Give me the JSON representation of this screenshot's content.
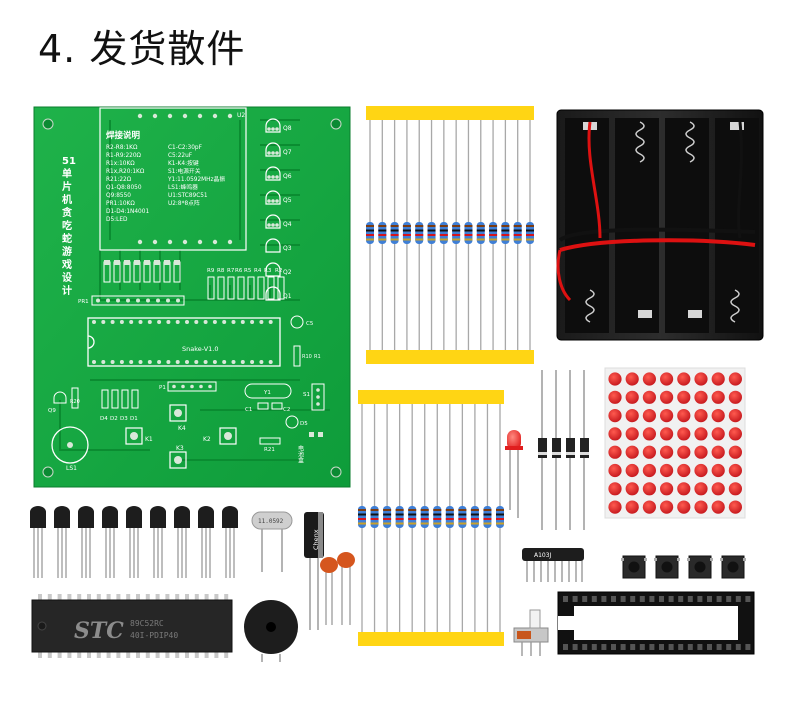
{
  "heading": {
    "number": "4.",
    "text": "发货散件"
  },
  "pcb": {
    "title_vertical": "51单片机贪吃蛇游戏设计",
    "chip_label": "Snake-V1.0",
    "notes_title": "焊接说明",
    "notes_left": [
      "R2-R8:1KΩ",
      "R1-R9:220Ω",
      "R1x:10KΩ",
      "R1x,R20:1KΩ",
      "R21:22Ω",
      "Q1-Q8:8050",
      "Q9:8550",
      "PR1:10KΩ",
      "D1-D4:1N4001",
      "D5:LED"
    ],
    "notes_right": [
      "C1-C2:30pF",
      "C5:22uF",
      "K1-K4:按键",
      "S1:电源开关",
      "Y1:11.0592MHz晶振",
      "LS1:蜂鸣器",
      "U1:STC89C51",
      "U2:8*8点阵"
    ],
    "labels": [
      "U2",
      "Q8",
      "Q7",
      "Q6",
      "Q5",
      "Q4",
      "Q3",
      "Q2",
      "Q1",
      "R9",
      "R8",
      "R7",
      "R6",
      "R5",
      "R4",
      "R3",
      "R2",
      "PR1",
      "C5",
      "R10",
      "R1",
      "P1",
      "Y1",
      "C1",
      "C2",
      "S1",
      "Q9",
      "R20",
      "D4",
      "D2",
      "D3",
      "D1",
      "K4",
      "K1",
      "K2",
      "K3",
      "D5",
      "R21",
      "LS1",
      "电池盒"
    ]
  },
  "chip": {
    "brand": "STC",
    "line1": "89C52RC",
    "line2": "40I-PDIP40"
  },
  "crystal_label": "11.0592",
  "resistor_pack_label": "A103J",
  "capacitor_label": "Chenx"
}
